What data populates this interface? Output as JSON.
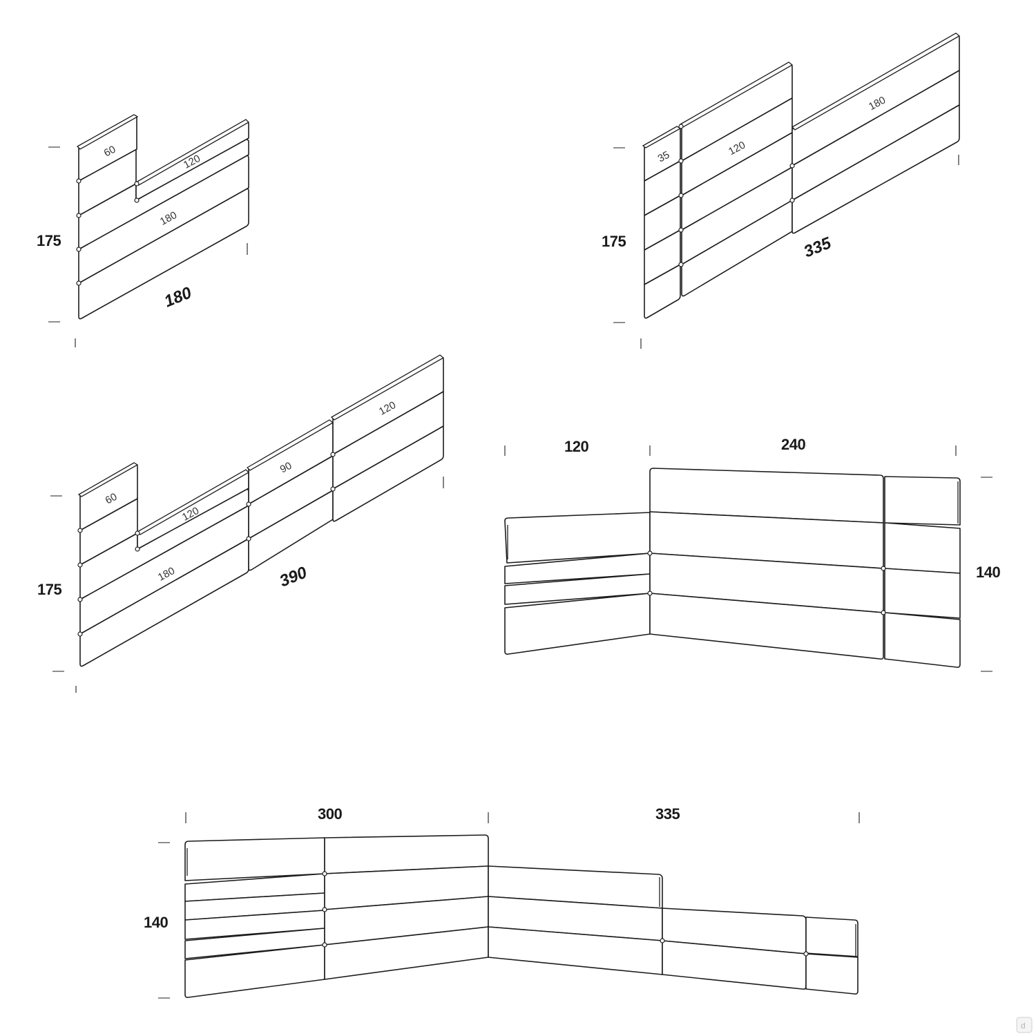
{
  "config1": {
    "height_label": "175",
    "width_label": "180",
    "panel_labels": [
      "60",
      "120",
      "180"
    ]
  },
  "config2": {
    "height_label": "175",
    "width_label": "335",
    "panel_labels": [
      "35",
      "120",
      "180"
    ]
  },
  "config3": {
    "height_label": "175",
    "width_label": "390",
    "panel_labels": [
      "60",
      "120",
      "180",
      "90",
      "120"
    ]
  },
  "config4": {
    "left_width_label": "120",
    "right_width_label": "240",
    "height_label": "140"
  },
  "config5": {
    "left_width_label": "300",
    "right_width_label": "335",
    "height_label": "140"
  },
  "watermark": {
    "icon": "logo-mark-icon"
  }
}
